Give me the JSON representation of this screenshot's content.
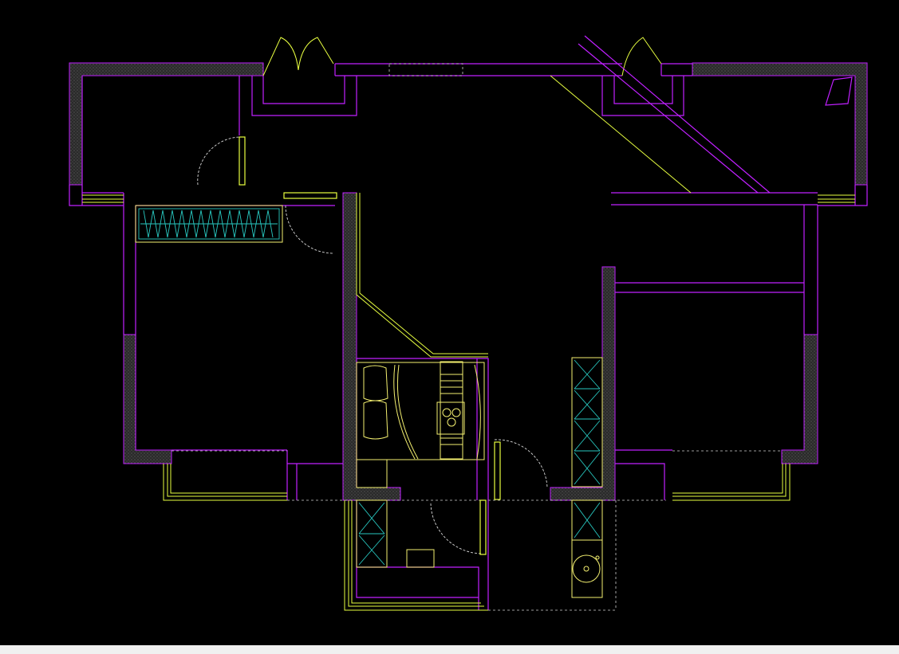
{
  "colors": {
    "background": "#000000",
    "wall": "#c020ff",
    "window": "#e8ff40",
    "furniture": "#f4f070",
    "cabinet": "#28c8c0",
    "status_strip": "#f0f0f0"
  },
  "elements": {
    "walls": "exterior-and-interior-walls",
    "windows": "window-openings",
    "doors": "door-swings",
    "bed": "bed-with-pillows",
    "wardrobe": "wardrobe-hangers",
    "cabinets": "storage-cabinets",
    "sink": "round-washbasin",
    "desk": "desk-counter"
  }
}
